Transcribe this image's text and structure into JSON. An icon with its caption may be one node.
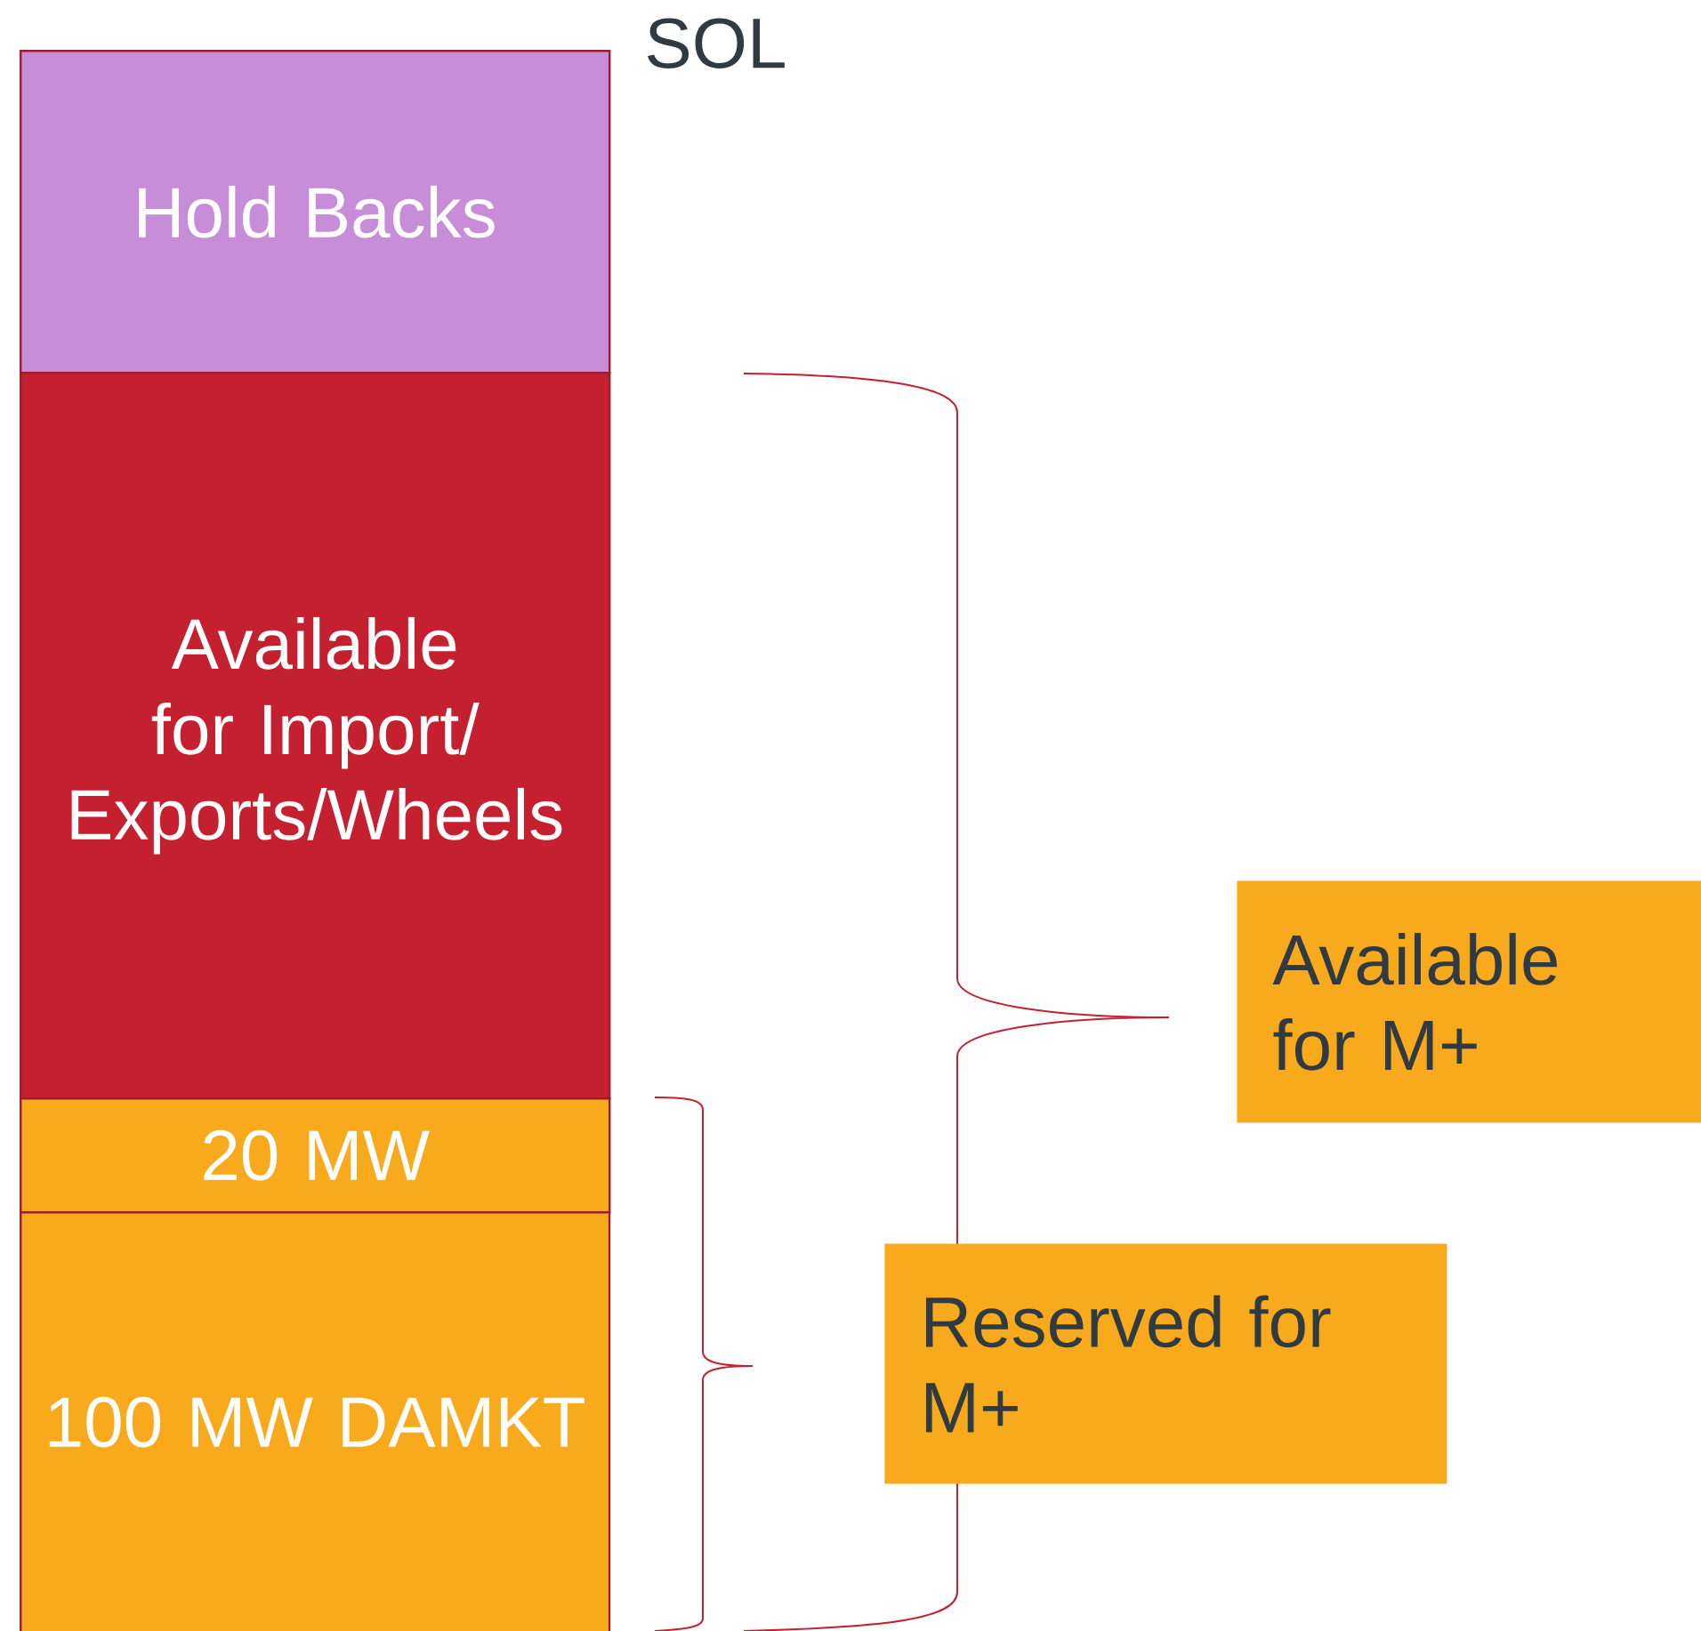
{
  "diagram": {
    "nodes": [
      {
        "text": [
          "Hold Backs"
        ]
      },
      {
        "text": [
          "Available for Import/Exports/Wheels"
        ]
      },
      {
        "text": [
          "20 MW"
        ]
      },
      {
        "text": [
          "100 MW DAMKT"
        ]
      },
      {
        "text": [
          "Available for M+"
        ]
      },
      {
        "text": [
          "Reserved for M+"
        ]
      }
    ],
    "labels": [
      "SOL"
    ]
  }
}
